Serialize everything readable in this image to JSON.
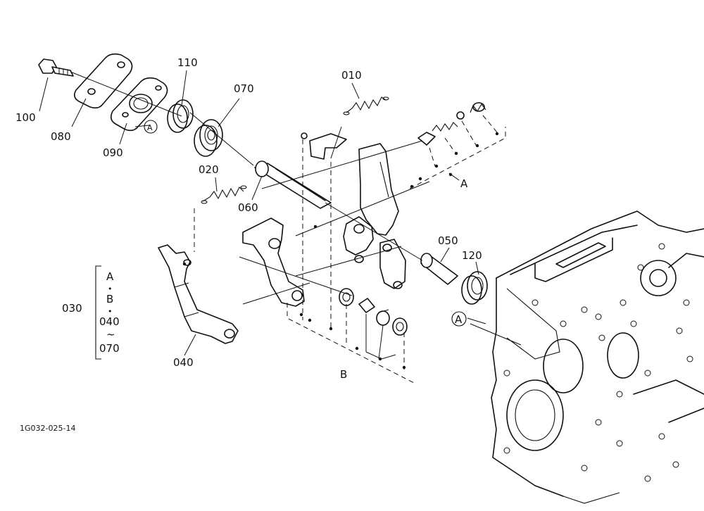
{
  "diagram": {
    "figure_code": "1G032-025-14",
    "callouts": {
      "p010": "010",
      "p020": "020",
      "p030": "030",
      "p040": "040",
      "p050": "050",
      "p060": "060",
      "p070": "070",
      "p080": "080",
      "p090": "090",
      "p100": "100",
      "p110": "110",
      "p120": "120"
    },
    "group_030": {
      "line1": "A",
      "sep1": "•",
      "line2": "B",
      "sep2": "•",
      "line3": "040",
      "tilde": "~",
      "line4": "070"
    },
    "refs": {
      "a_circle_top": "A",
      "a_circle_bottom": "A",
      "a_label_right": "A",
      "b_label": "B"
    }
  }
}
